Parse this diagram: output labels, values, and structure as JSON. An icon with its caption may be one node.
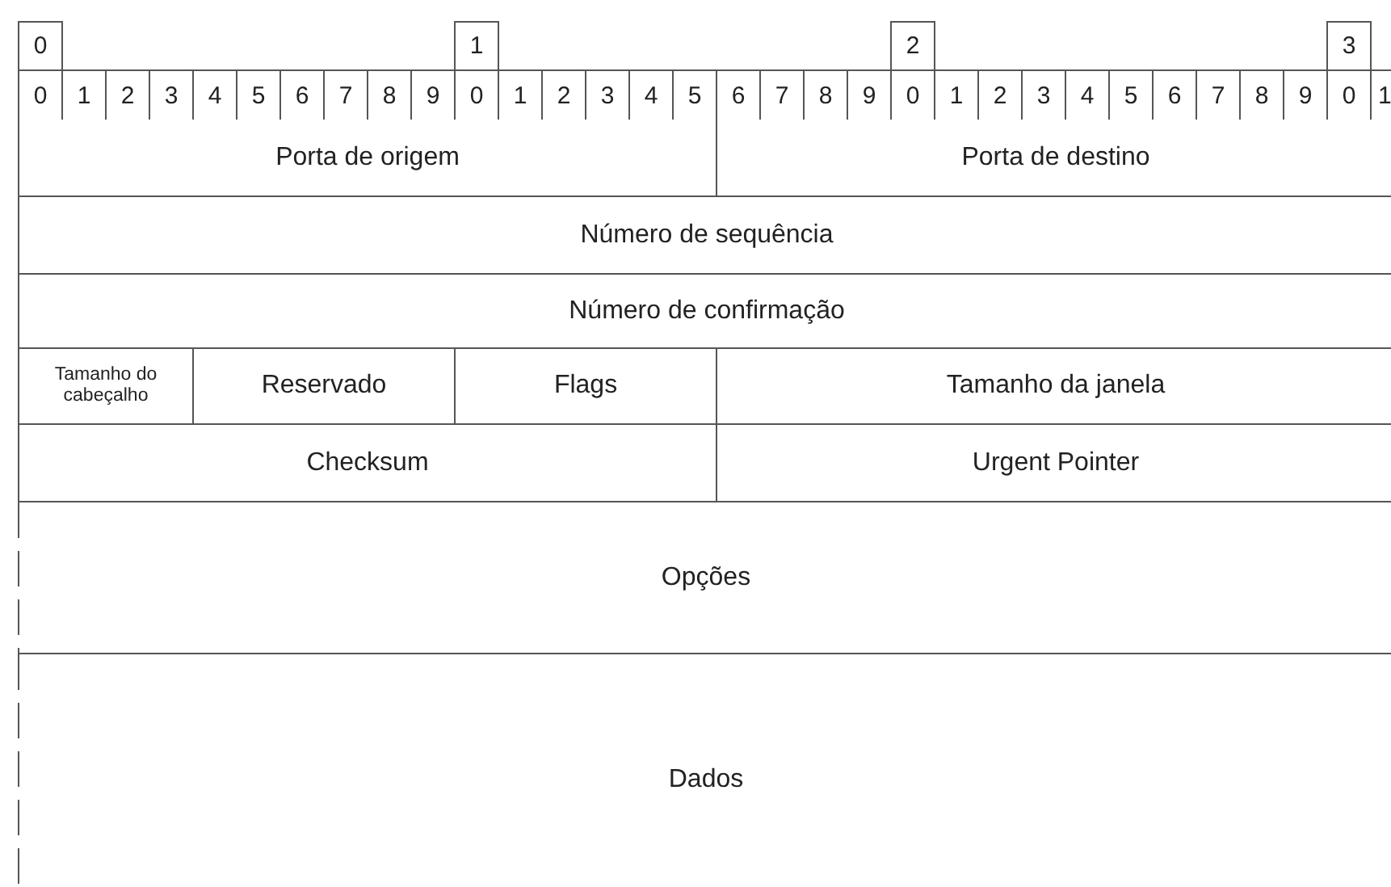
{
  "diagram": {
    "nodes": [
      {
        "text": [
          "Porta de origem"
        ]
      },
      {
        "text": [
          "Porta de destino"
        ]
      },
      {
        "text": [
          "Número de sequência"
        ]
      },
      {
        "text": [
          "Número de confirmação"
        ]
      },
      {
        "text": [
          "Tamanho do cabeçalho"
        ]
      },
      {
        "text": [
          "Reservado"
        ]
      },
      {
        "text": [
          "Flags"
        ]
      },
      {
        "text": [
          "Tamanho da janela"
        ]
      },
      {
        "text": [
          "Checksum"
        ]
      },
      {
        "text": [
          "Urgent Pointer"
        ]
      },
      {
        "text": [
          "Opções"
        ]
      },
      {
        "text": [
          "Dados"
        ]
      }
    ],
    "labels": [
      "0",
      "1",
      "2",
      "3",
      "0",
      "1",
      "2",
      "3",
      "4",
      "5",
      "6",
      "7",
      "8",
      "9",
      "0",
      "1",
      "2",
      "3",
      "4",
      "5",
      "6",
      "7",
      "8",
      "9",
      "0",
      "1",
      "2",
      "3",
      "4",
      "5",
      "6",
      "7",
      "8",
      "9",
      "0",
      "1"
    ]
  }
}
